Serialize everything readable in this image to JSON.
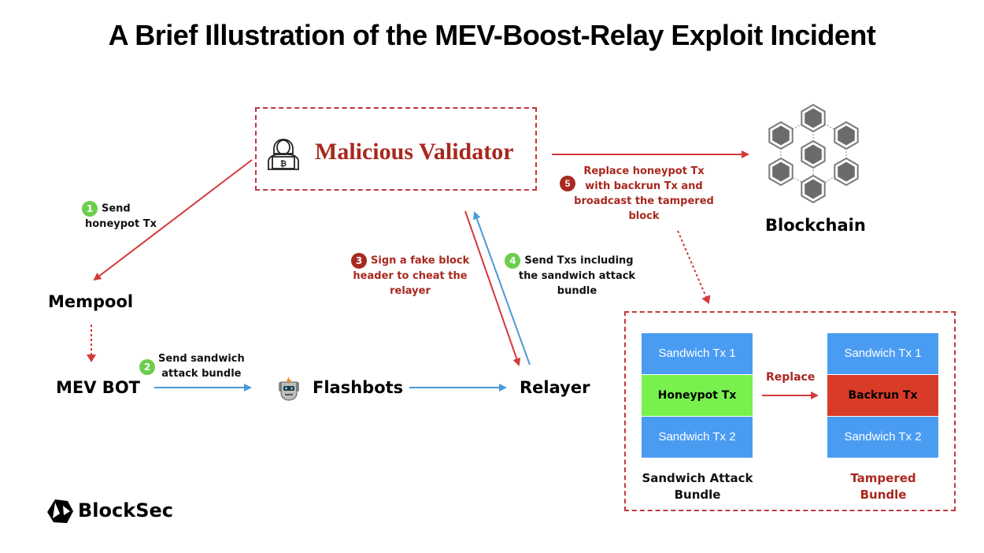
{
  "title": "A Brief Illustration of the MEV-Boost-Relay Exploit Incident",
  "nodes": {
    "validator": "Malicious Validator",
    "blockchain": "Blockchain",
    "mempool": "Mempool",
    "mev_bot": "MEV BOT",
    "flashbots": "Flashbots",
    "relayer": "Relayer"
  },
  "steps": [
    {
      "number": "1",
      "lines": [
        "Send",
        "honeypot Tx"
      ],
      "badge_color": "#6cce4c"
    },
    {
      "number": "2",
      "lines": [
        "Send sandwich",
        "attack bundle"
      ],
      "badge_color": "#6cce4c"
    },
    {
      "number": "3",
      "lines": [
        "Sign a fake block",
        "header to cheat the",
        "relayer"
      ],
      "badge_color": "#a82a1e"
    },
    {
      "number": "4",
      "lines": [
        "Send Txs  including",
        "the sandwich attack",
        "bundle"
      ],
      "badge_color": "#6cce4c"
    },
    {
      "number": "5",
      "lines": [
        "Replace honeypot Tx",
        "with backrun Tx and",
        "broadcast the tampered",
        "block"
      ],
      "badge_color": "#a82a1e"
    }
  ],
  "bundles": {
    "original": {
      "caption": [
        "Sandwich Attack",
        "Bundle"
      ],
      "txs": [
        "Sandwich Tx 1",
        "Honeypot Tx",
        "Sandwich Tx 2"
      ]
    },
    "replace_label": "Replace",
    "tampered": {
      "caption": [
        "Tampered",
        "Bundle"
      ],
      "txs": [
        "Sandwich Tx 1",
        "Backrun Tx",
        "Sandwich Tx 2"
      ]
    }
  },
  "logo": {
    "text": "BlockSec"
  },
  "colors": {
    "red_arrow": "#d23a3a",
    "blue_arrow": "#4a9ad8",
    "accent_red": "#a8281e",
    "tx_blue": "#4a9cf3",
    "tx_green": "#78f04e",
    "tx_red": "#d83b27"
  }
}
